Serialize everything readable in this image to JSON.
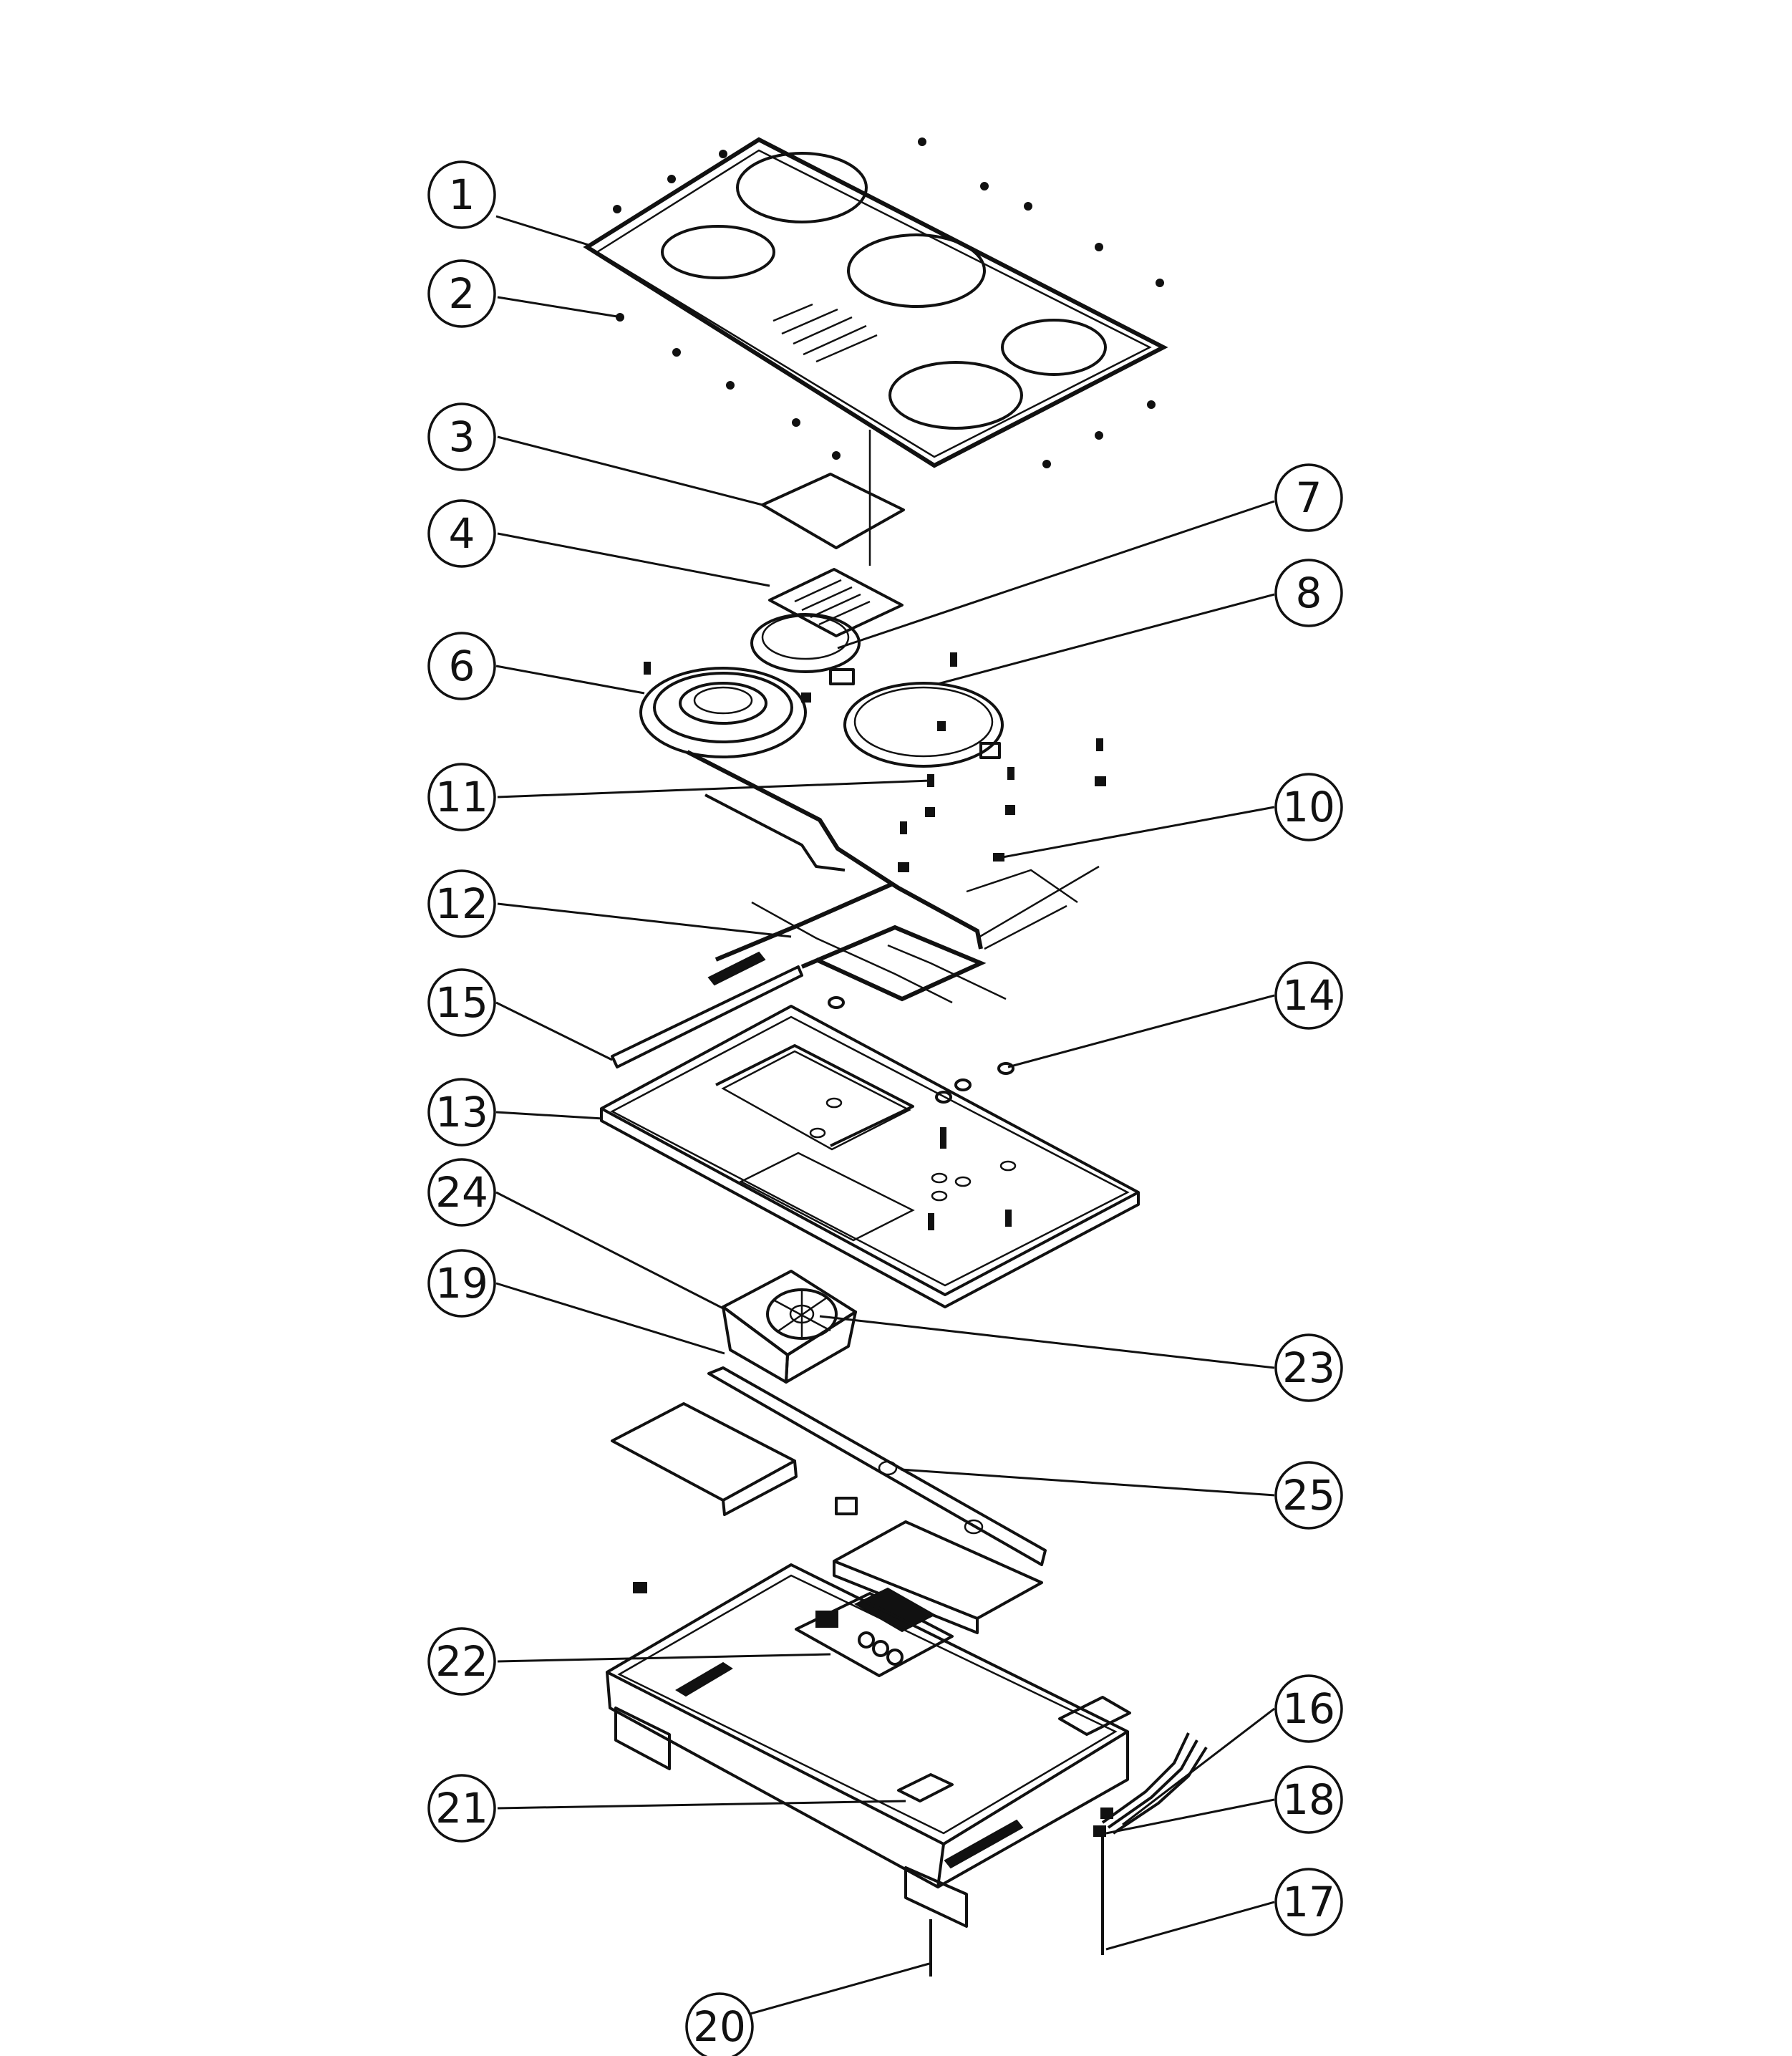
{
  "callouts": [
    "1",
    "2",
    "3",
    "4",
    "6",
    "7",
    "8",
    "10",
    "11",
    "12",
    "13",
    "14",
    "15",
    "16",
    "17",
    "18",
    "19",
    "20",
    "21",
    "22",
    "23",
    "24",
    "25"
  ],
  "parts": {
    "glass_top": "1",
    "top_screw": "2",
    "control_panel_sheet": "3",
    "touch_board": "4",
    "left_heating_element": "6",
    "small_heating_element": "7",
    "right_heating_element": "8",
    "terminal_clip": "10",
    "fastener": "11",
    "wiring_harness": "12",
    "inner_frame": "13",
    "spacer": "14",
    "side_bracket": "15",
    "power_cord": "16",
    "bottom_bolt": "17",
    "cord_clamp": "18",
    "fan_bracket": "19",
    "foot_screw": "20",
    "terminal_block": "21",
    "control_board": "22",
    "cooling_fan": "23",
    "fan_duct": "24",
    "shield_plate": "25"
  }
}
